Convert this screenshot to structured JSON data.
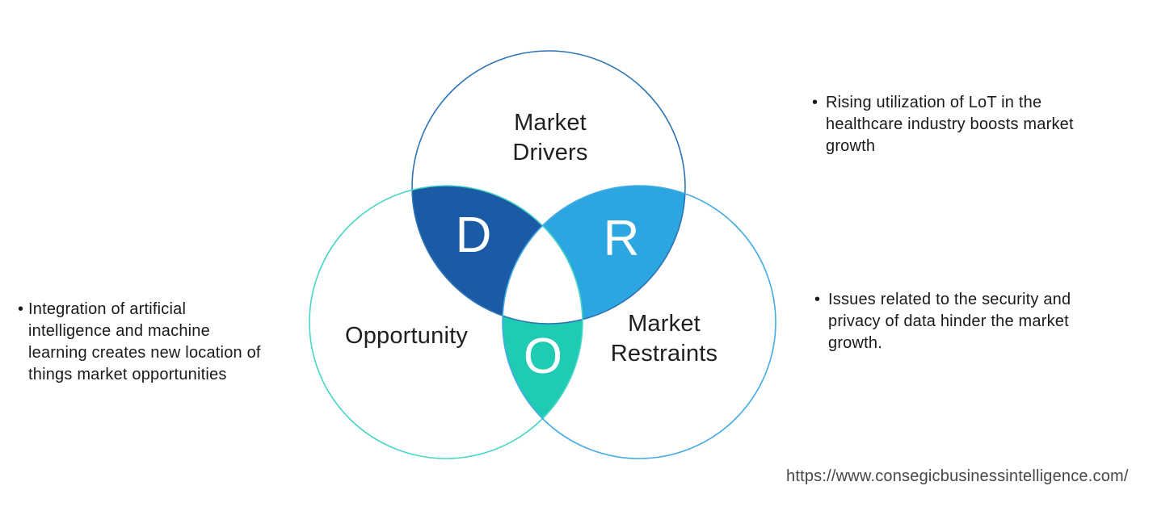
{
  "diagram": {
    "type": "venn-3-circle",
    "drivers": {
      "label": "Market\nDrivers",
      "letter": "D"
    },
    "opportunity": {
      "label": "Opportunity",
      "letter": "O"
    },
    "restraints": {
      "label": "Market\nRestraints",
      "letter": "R"
    },
    "colors": {
      "drivers_outline": "#2e74b5",
      "opportunity_outline": "#49d6c6",
      "restraints_outline": "#44abe5",
      "drivers_opportunity_overlap": "#1b5aa5",
      "drivers_restraints_overlap": "#2ca6e0",
      "opportunity_restraints_overlap": "#1fccb3",
      "triple_overlap": "#ffffff",
      "letter_color": "#ffffff"
    }
  },
  "notes": {
    "bullet": "•",
    "left": {
      "text": "Integration of artificial\nintelligence and machine\nlearning creates new location of\nthings market opportunities"
    },
    "top_right": {
      "text": "Rising utilization of LoT in the\nhealthcare industry boosts market\ngrowth"
    },
    "bottom_right": {
      "text": "Issues related to the security and\nprivacy of data hinder the market\ngrowth."
    }
  },
  "footer": {
    "url": "https://www.consegicbusinessintelligence.com/"
  }
}
